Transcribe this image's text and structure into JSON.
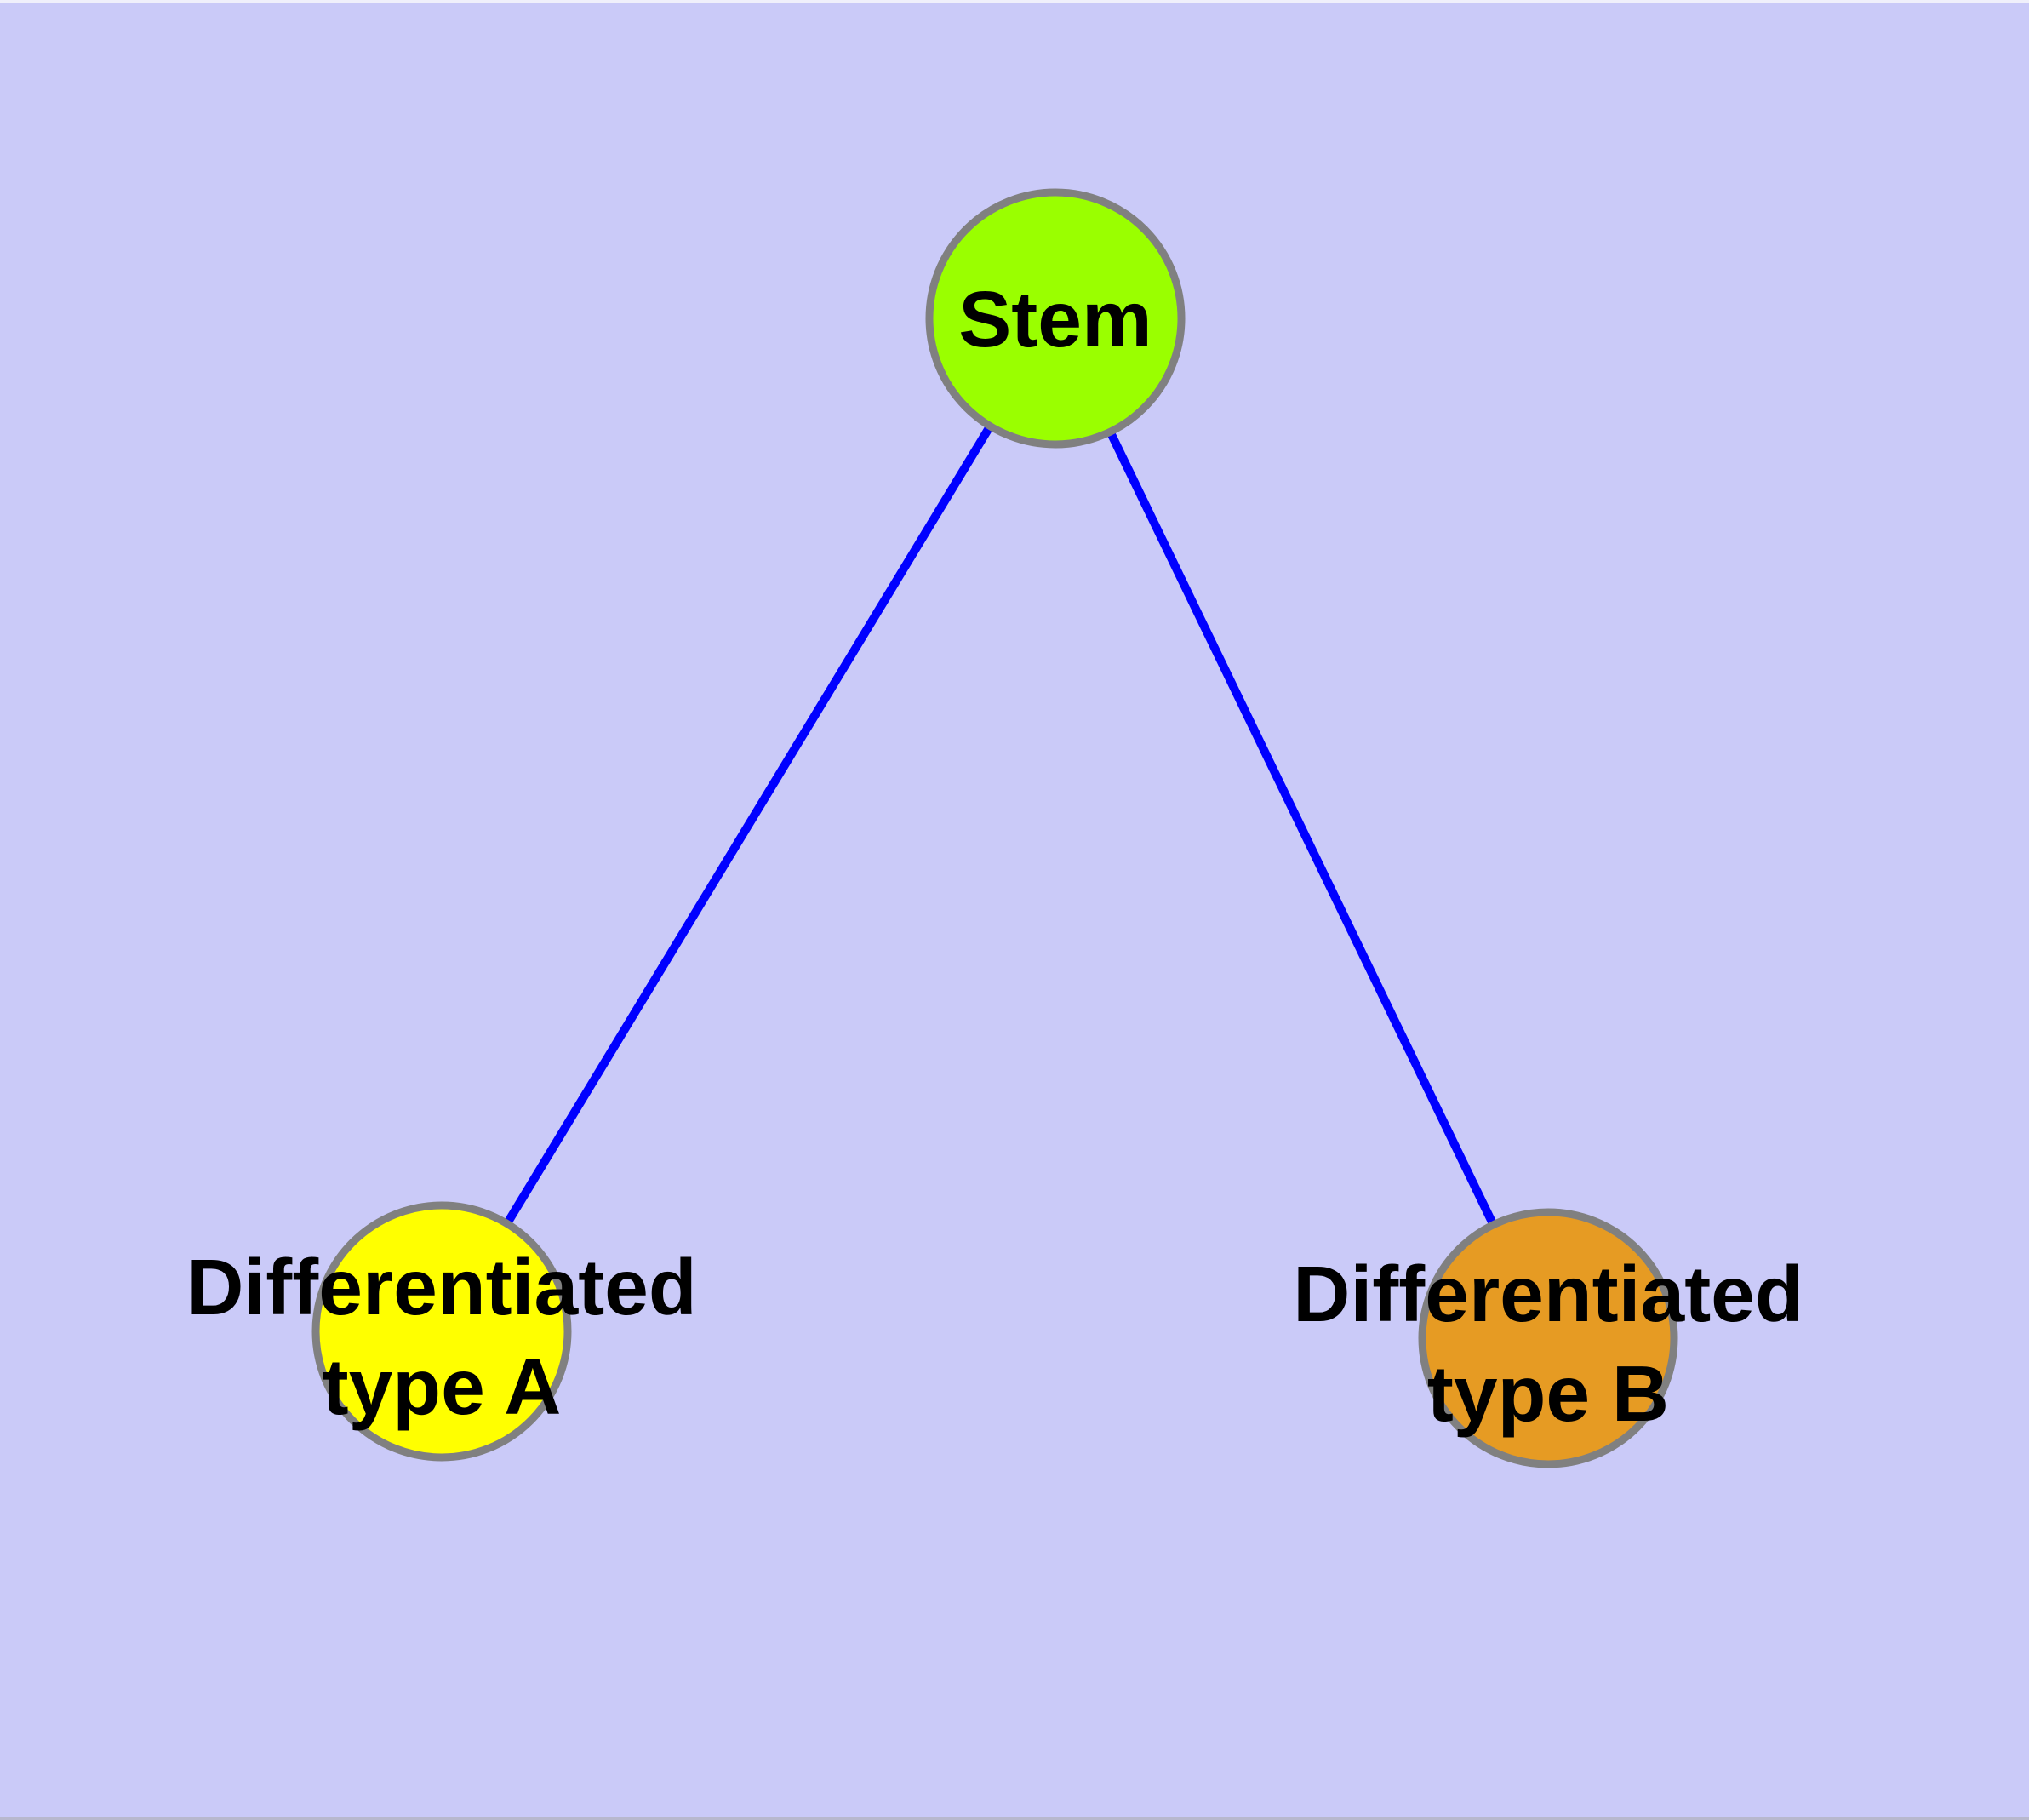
{
  "diagram": {
    "background_color": "#CACAF8",
    "edge_color": "#0000FF",
    "node_border_color": "#808080",
    "nodes": [
      {
        "id": "stem",
        "label": "Stem",
        "fill_color": "#9AFF00"
      },
      {
        "id": "differentiated-type-a",
        "label_line1": "Differentiated",
        "label_line2": "type A",
        "fill_color": "#FFFF00"
      },
      {
        "id": "differentiated-type-b",
        "label_line1": "Differentiated",
        "label_line2": "type B",
        "fill_color": "#E69B23"
      }
    ],
    "edges": [
      {
        "from": "stem",
        "to": "differentiated-type-a"
      },
      {
        "from": "stem",
        "to": "differentiated-type-b"
      }
    ]
  }
}
